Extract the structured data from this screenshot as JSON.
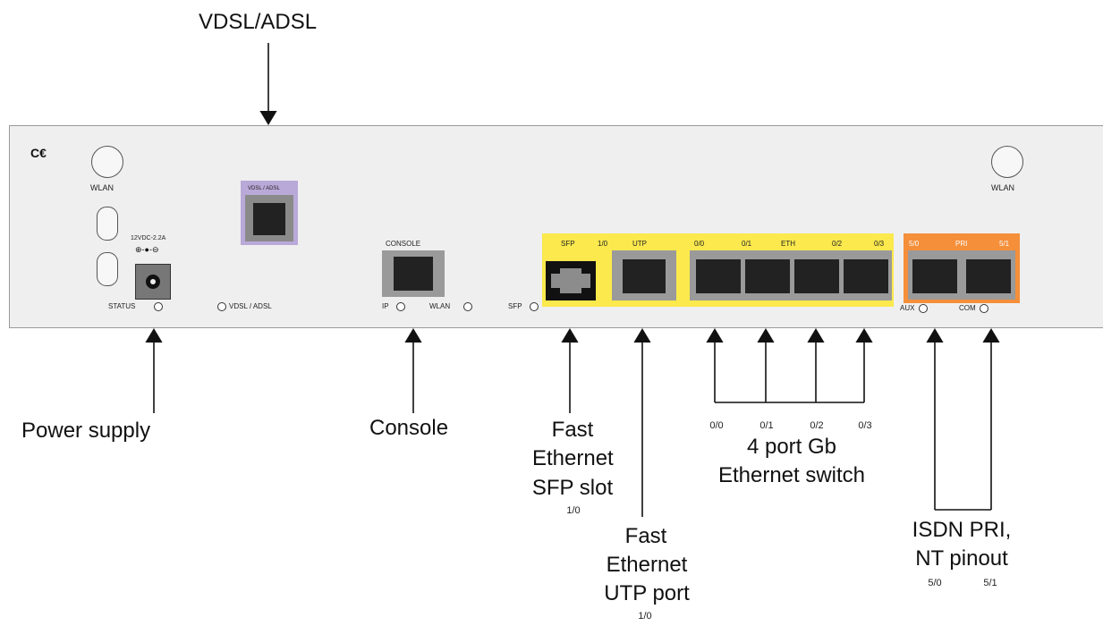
{
  "device": {
    "ce_mark": "C€",
    "wlan_left": "WLAN",
    "wlan_right": "WLAN",
    "power_rating": "12VDC-2.2A",
    "status": "STATUS",
    "vdsl_port_label": "VDSL / ADSL",
    "vdsl_led": "VDSL / ADSL",
    "console_label": "CONSOLE",
    "ip_led": "IP",
    "wlan_led": "WLAN",
    "sfp_led": "SFP",
    "sfp_label": "SFP",
    "sfp_num": "1/0",
    "utp_label": "UTP",
    "eth_label": "ETH",
    "eth_ports": [
      "0/0",
      "0/1",
      "0/2",
      "0/3"
    ],
    "pri_label": "PRI",
    "pri_ports": [
      "5/0",
      "5/1"
    ],
    "aux_led": "AUX",
    "com_led": "COM"
  },
  "callouts": {
    "vdsl": "VDSL/ADSL",
    "power": "Power supply",
    "console": "Console",
    "fe_sfp": [
      "Fast",
      "Ethernet",
      "SFP slot"
    ],
    "fe_sfp_num": "1/0",
    "fe_utp": [
      "Fast",
      "Ethernet",
      "UTP port"
    ],
    "fe_utp_num": "1/0",
    "switch_ports": [
      "0/0",
      "0/1",
      "0/2",
      "0/3"
    ],
    "switch_title": [
      "4 port Gb",
      "Ethernet switch"
    ],
    "isdn": [
      "ISDN PRI,",
      "NT pinout"
    ],
    "isdn_ports": [
      "5/0",
      "5/1"
    ]
  },
  "colors": {
    "chassis": "#efefef",
    "yellow_panel": "#fbe94d",
    "orange_panel": "#f58f3a",
    "vdsl_purple": "#b9a9d8",
    "port_gray": "#9a9a9a"
  }
}
